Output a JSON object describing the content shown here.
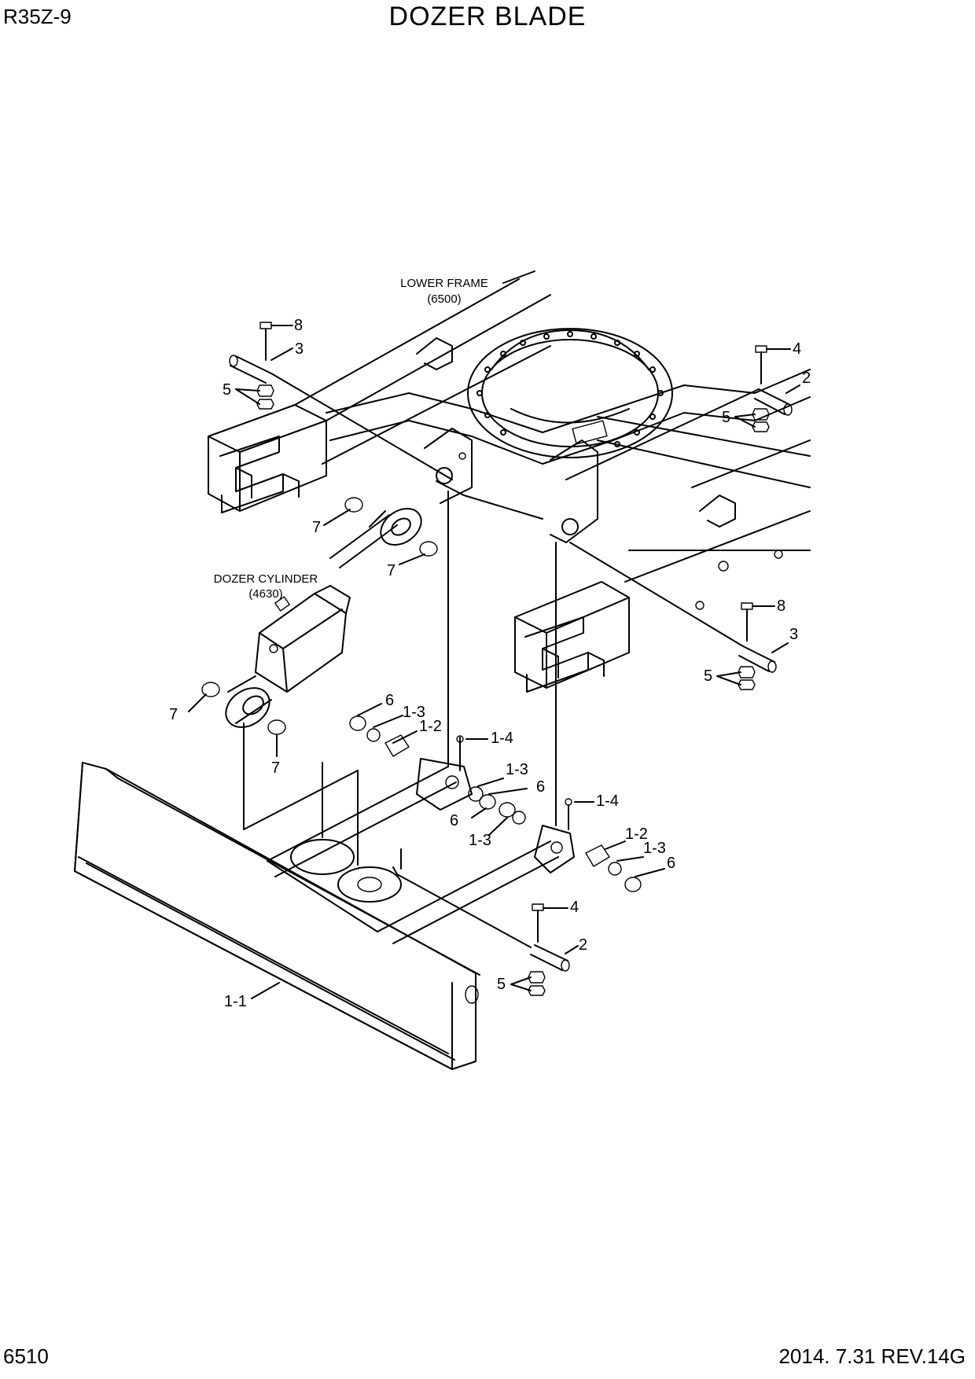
{
  "header": {
    "model": "R35Z-9",
    "title": "DOZER BLADE"
  },
  "footer": {
    "page_number": "6510",
    "revision": "2014. 7.31  REV.14G"
  },
  "references": {
    "lower_frame": {
      "name": "LOWER FRAME",
      "code": "(6500)"
    },
    "dozer_cylinder": {
      "name": "DOZER CYLINDER",
      "code": "(4630)"
    }
  },
  "callouts": {
    "c8a": "8",
    "c3a": "3",
    "c5a": "5",
    "c4a": "4",
    "c2a": "2",
    "c5b": "5",
    "c7a": "7",
    "c7b": "7",
    "c8b": "8",
    "c3b": "3",
    "c5c": "5",
    "c7c": "7",
    "c7d": "7",
    "c6a": "6",
    "c13a": "1-3",
    "c12a": "1-2",
    "c14a": "1-4",
    "c13b": "1-3",
    "c6b": "6",
    "c6c": "6",
    "c13c": "1-3",
    "c14b": "1-4",
    "c12b": "1-2",
    "c13d": "1-3",
    "c6d": "6",
    "c4b": "4",
    "c2b": "2",
    "c5d": "5",
    "c11": "1-1"
  }
}
